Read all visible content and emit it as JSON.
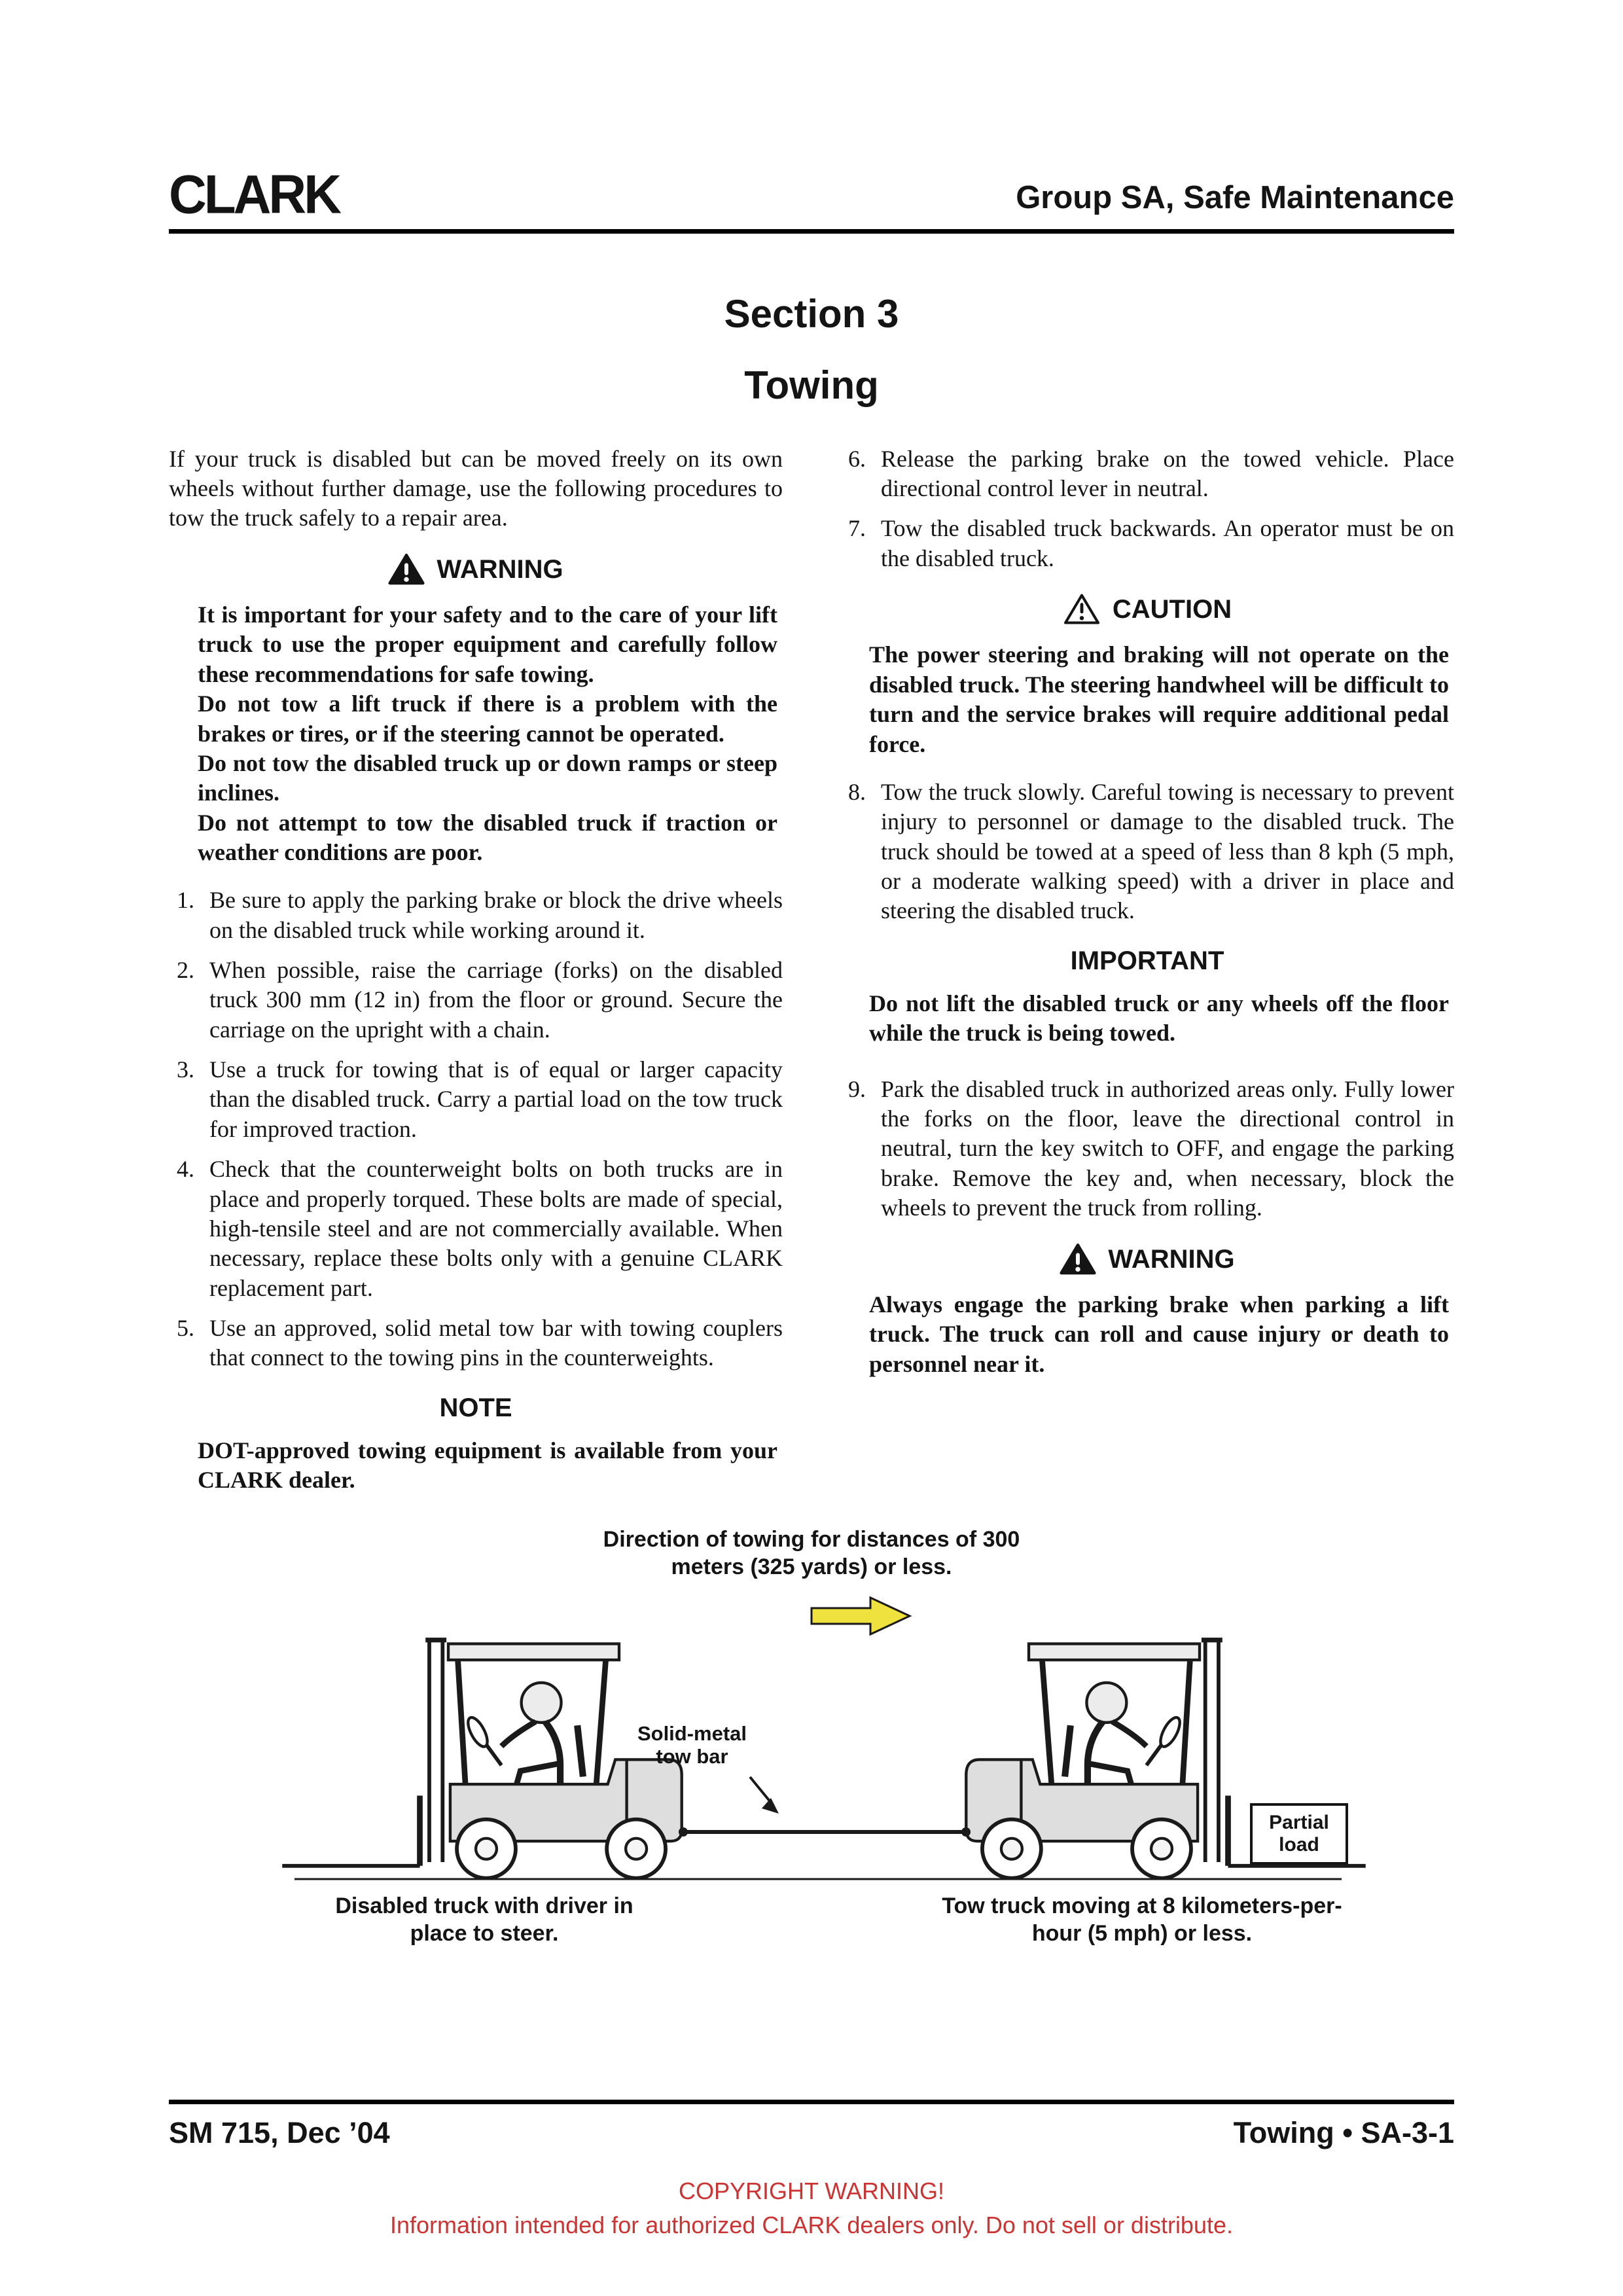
{
  "header": {
    "logo": "CLARK",
    "group_title": "Group SA, Safe Maintenance"
  },
  "titles": {
    "section": "Section 3",
    "subtitle": "Towing"
  },
  "left": {
    "intro": "If your truck is disabled but can be moved freely on its own wheels without further damage, use the following procedures to tow the truck safely to a repair area.",
    "warning": {
      "label": "WARNING",
      "paragraphs": [
        "It is important for your safety and to the care of your lift truck to use the proper equipment and carefully follow these recommendations for safe towing.",
        "Do not tow a lift truck if there is a problem with the brakes or tires, or if the steering cannot be operated.",
        "Do not tow the disabled truck up or down ramps or steep inclines.",
        "Do not attempt to tow the disabled truck if traction or weather conditions are poor."
      ]
    },
    "items": [
      {
        "num": "1.",
        "text": "Be sure to apply the parking brake or block the drive wheels on the disabled truck while working around it."
      },
      {
        "num": "2.",
        "text": "When possible, raise the carriage (forks) on the disabled truck 300 mm (12 in) from the floor or ground. Secure the carriage on the upright with a chain."
      },
      {
        "num": "3.",
        "text": "Use a truck for towing that is of equal or larger capacity than the disabled truck. Carry a partial load on the tow truck for improved traction."
      },
      {
        "num": "4.",
        "text": "Check that the counterweight bolts on both trucks are in place and properly torqued. These bolts are made of special, high-tensile steel and are not commercially available. When necessary, replace these bolts only with a genuine CLARK replacement part."
      },
      {
        "num": "5.",
        "text": "Use an approved, solid metal tow bar with towing couplers that connect to the towing pins in the counterweights."
      }
    ],
    "note": {
      "label": "NOTE",
      "text": "DOT-approved towing equipment is available from your CLARK dealer."
    }
  },
  "right": {
    "items_a": [
      {
        "num": "6.",
        "text": "Release the parking brake on the towed vehicle. Place directional control lever in neutral."
      },
      {
        "num": "7.",
        "text": "Tow the disabled truck backwards. An operator must be on the disabled truck."
      }
    ],
    "caution": {
      "label": "CAUTION",
      "text": "The power steering and braking will not operate on the disabled truck. The steering handwheel will be difficult to turn and the service brakes will require additional pedal force."
    },
    "item8": {
      "num": "8.",
      "text": "Tow the truck slowly. Careful towing is necessary to prevent injury to personnel or damage to the disabled truck. The truck should be towed at a speed of less than 8 kph (5 mph, or a moderate walking speed) with a driver in place and steering the disabled truck."
    },
    "important": {
      "label": "IMPORTANT",
      "text": "Do not lift the disabled truck or any wheels off the floor while the truck is being towed."
    },
    "item9": {
      "num": "9.",
      "text": "Park the disabled truck in authorized areas only. Fully lower the forks on the floor, leave the directional control in neutral, turn the key switch to OFF, and engage the parking brake. Remove the key and, when necessary, block the wheels to prevent the truck from rolling."
    },
    "warning": {
      "label": "WARNING",
      "text": "Always engage the parking brake when parking a lift truck. The truck can roll and cause injury or death to personnel near it."
    }
  },
  "figure": {
    "caption_top": "Direction of towing for distances of 300 meters (325 yards) or less.",
    "towbar_label": "Solid-metal tow bar",
    "load_label": "Partial load",
    "caption_left": "Disabled truck with driver in place to steer.",
    "caption_right": "Tow truck moving at 8 kilometers-per-hour (5 mph) or less."
  },
  "footer": {
    "left": "SM 715, Dec ’04",
    "right": "Towing • SA-3-1"
  },
  "copyright": {
    "line1": "COPYRIGHT WARNING!",
    "line2": "Information intended for authorized CLARK dealers only. Do not sell or distribute."
  },
  "colors": {
    "copyright": "#cc3333",
    "arrow": "#efe13e"
  }
}
